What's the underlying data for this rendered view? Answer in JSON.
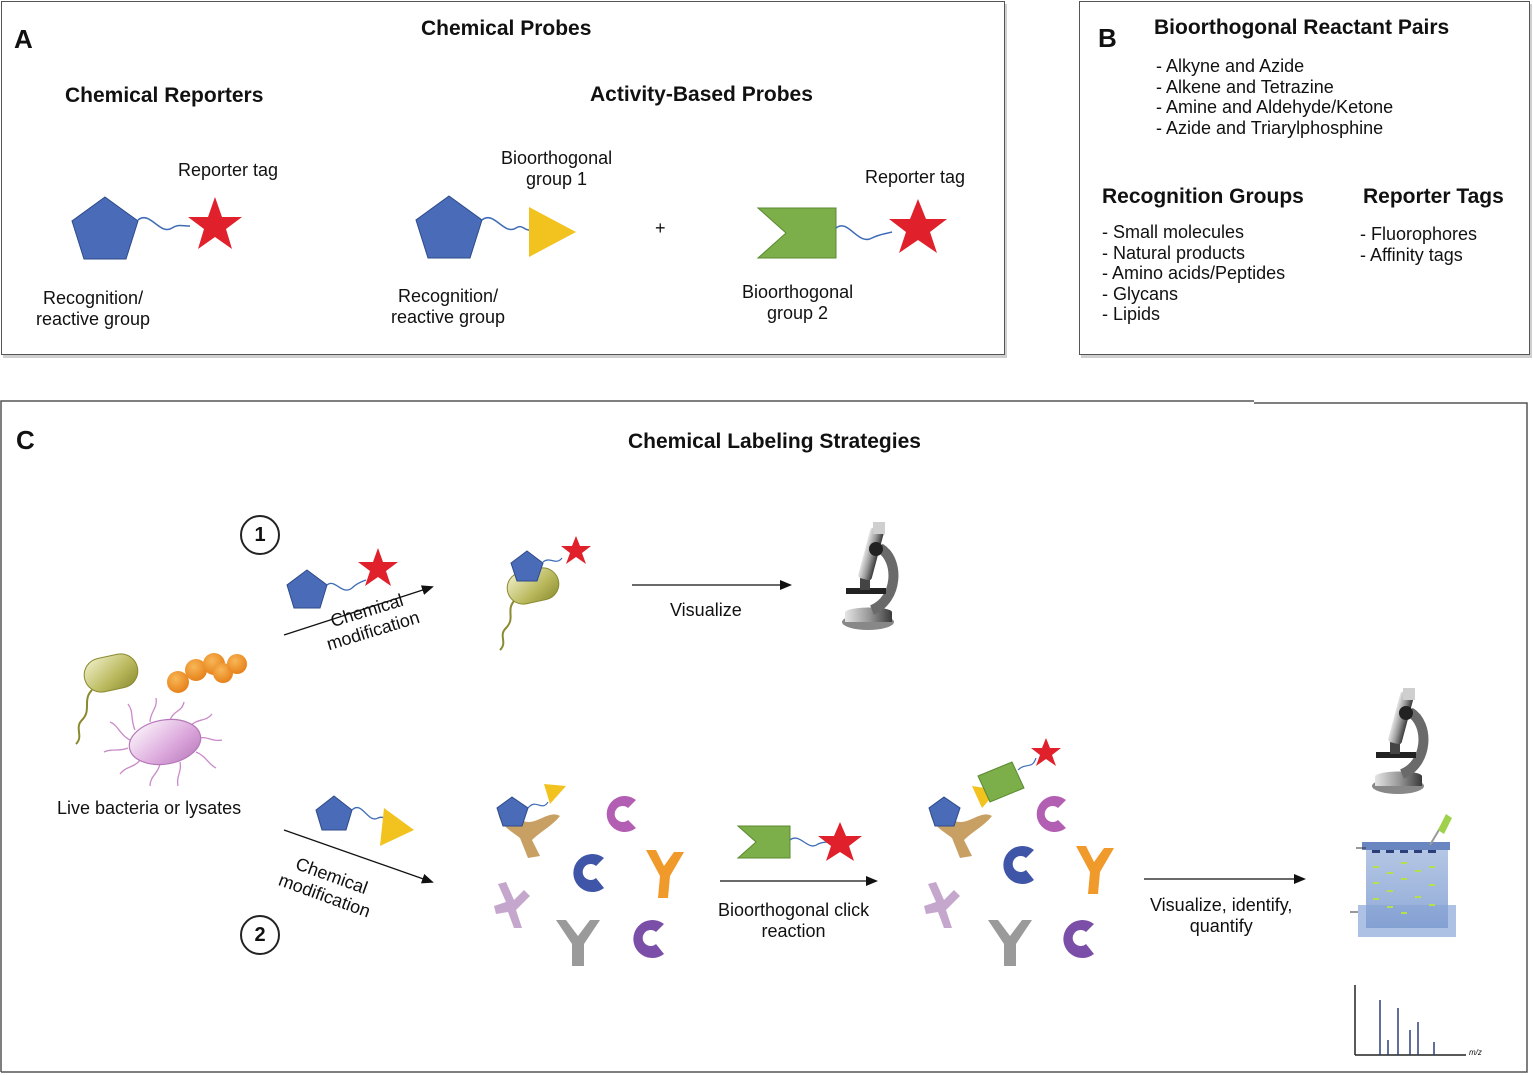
{
  "panelA": {
    "letter": "A",
    "title": "Chemical Probes",
    "reporters_heading": "Chemical Reporters",
    "abp_heading": "Activity-Based Probes",
    "reporter_tag_1": "Reporter tag",
    "recognition_1": [
      "Recognition/",
      "reactive group"
    ],
    "bioorthogonal_1": [
      "Bioorthogonal",
      "group 1"
    ],
    "plus": "+",
    "reporter_tag_2": "Reporter tag",
    "recognition_2": [
      "Recognition/",
      "reactive group"
    ],
    "bioorthogonal_2": [
      "Bioorthogonal",
      "group 2"
    ]
  },
  "panelB": {
    "letter": "B",
    "title": "Bioorthogonal Reactant Pairs",
    "pairs": [
      "- Alkyne and Azide",
      "- Alkene and Tetrazine",
      "- Amine and Aldehyde/Ketone",
      "- Azide and Triarylphosphine"
    ],
    "recognition_title": "Recognition Groups",
    "recognition_items": [
      "- Small molecules",
      "- Natural products",
      "- Amino acids/Peptides",
      "- Glycans",
      "- Lipids"
    ],
    "tags_title": "Reporter Tags",
    "tags_items": [
      "- Fluorophores",
      "- Affinity tags"
    ]
  },
  "panelC": {
    "letter": "C",
    "title": "Chemical Labeling Strategies",
    "step1": "1",
    "step2": "2",
    "chem_mod_1": [
      "Chemical",
      "modification"
    ],
    "chem_mod_2": [
      "Chemical",
      "modification"
    ],
    "visualize": "Visualize",
    "live_bacteria": "Live bacteria or lysates",
    "click_reaction": [
      "Bioorthogonal click",
      "reaction"
    ],
    "visualize_identify": [
      "Visualize, identify,",
      "quantify"
    ],
    "ms_axis": "m/z"
  },
  "colors": {
    "pentagon": "#4a6cb8",
    "star": "#e0202a",
    "triangle": "#f2c21f",
    "green_tag": "#7cae4a",
    "receptor": "#c9a064",
    "magenta": "#b25fb3",
    "navy": "#3f55a8",
    "orange": "#ef9a2b",
    "lilac": "#c5a6cc",
    "gray": "#9a9a9a",
    "purple": "#7b4fa8",
    "linker": "#3d6bb5"
  }
}
